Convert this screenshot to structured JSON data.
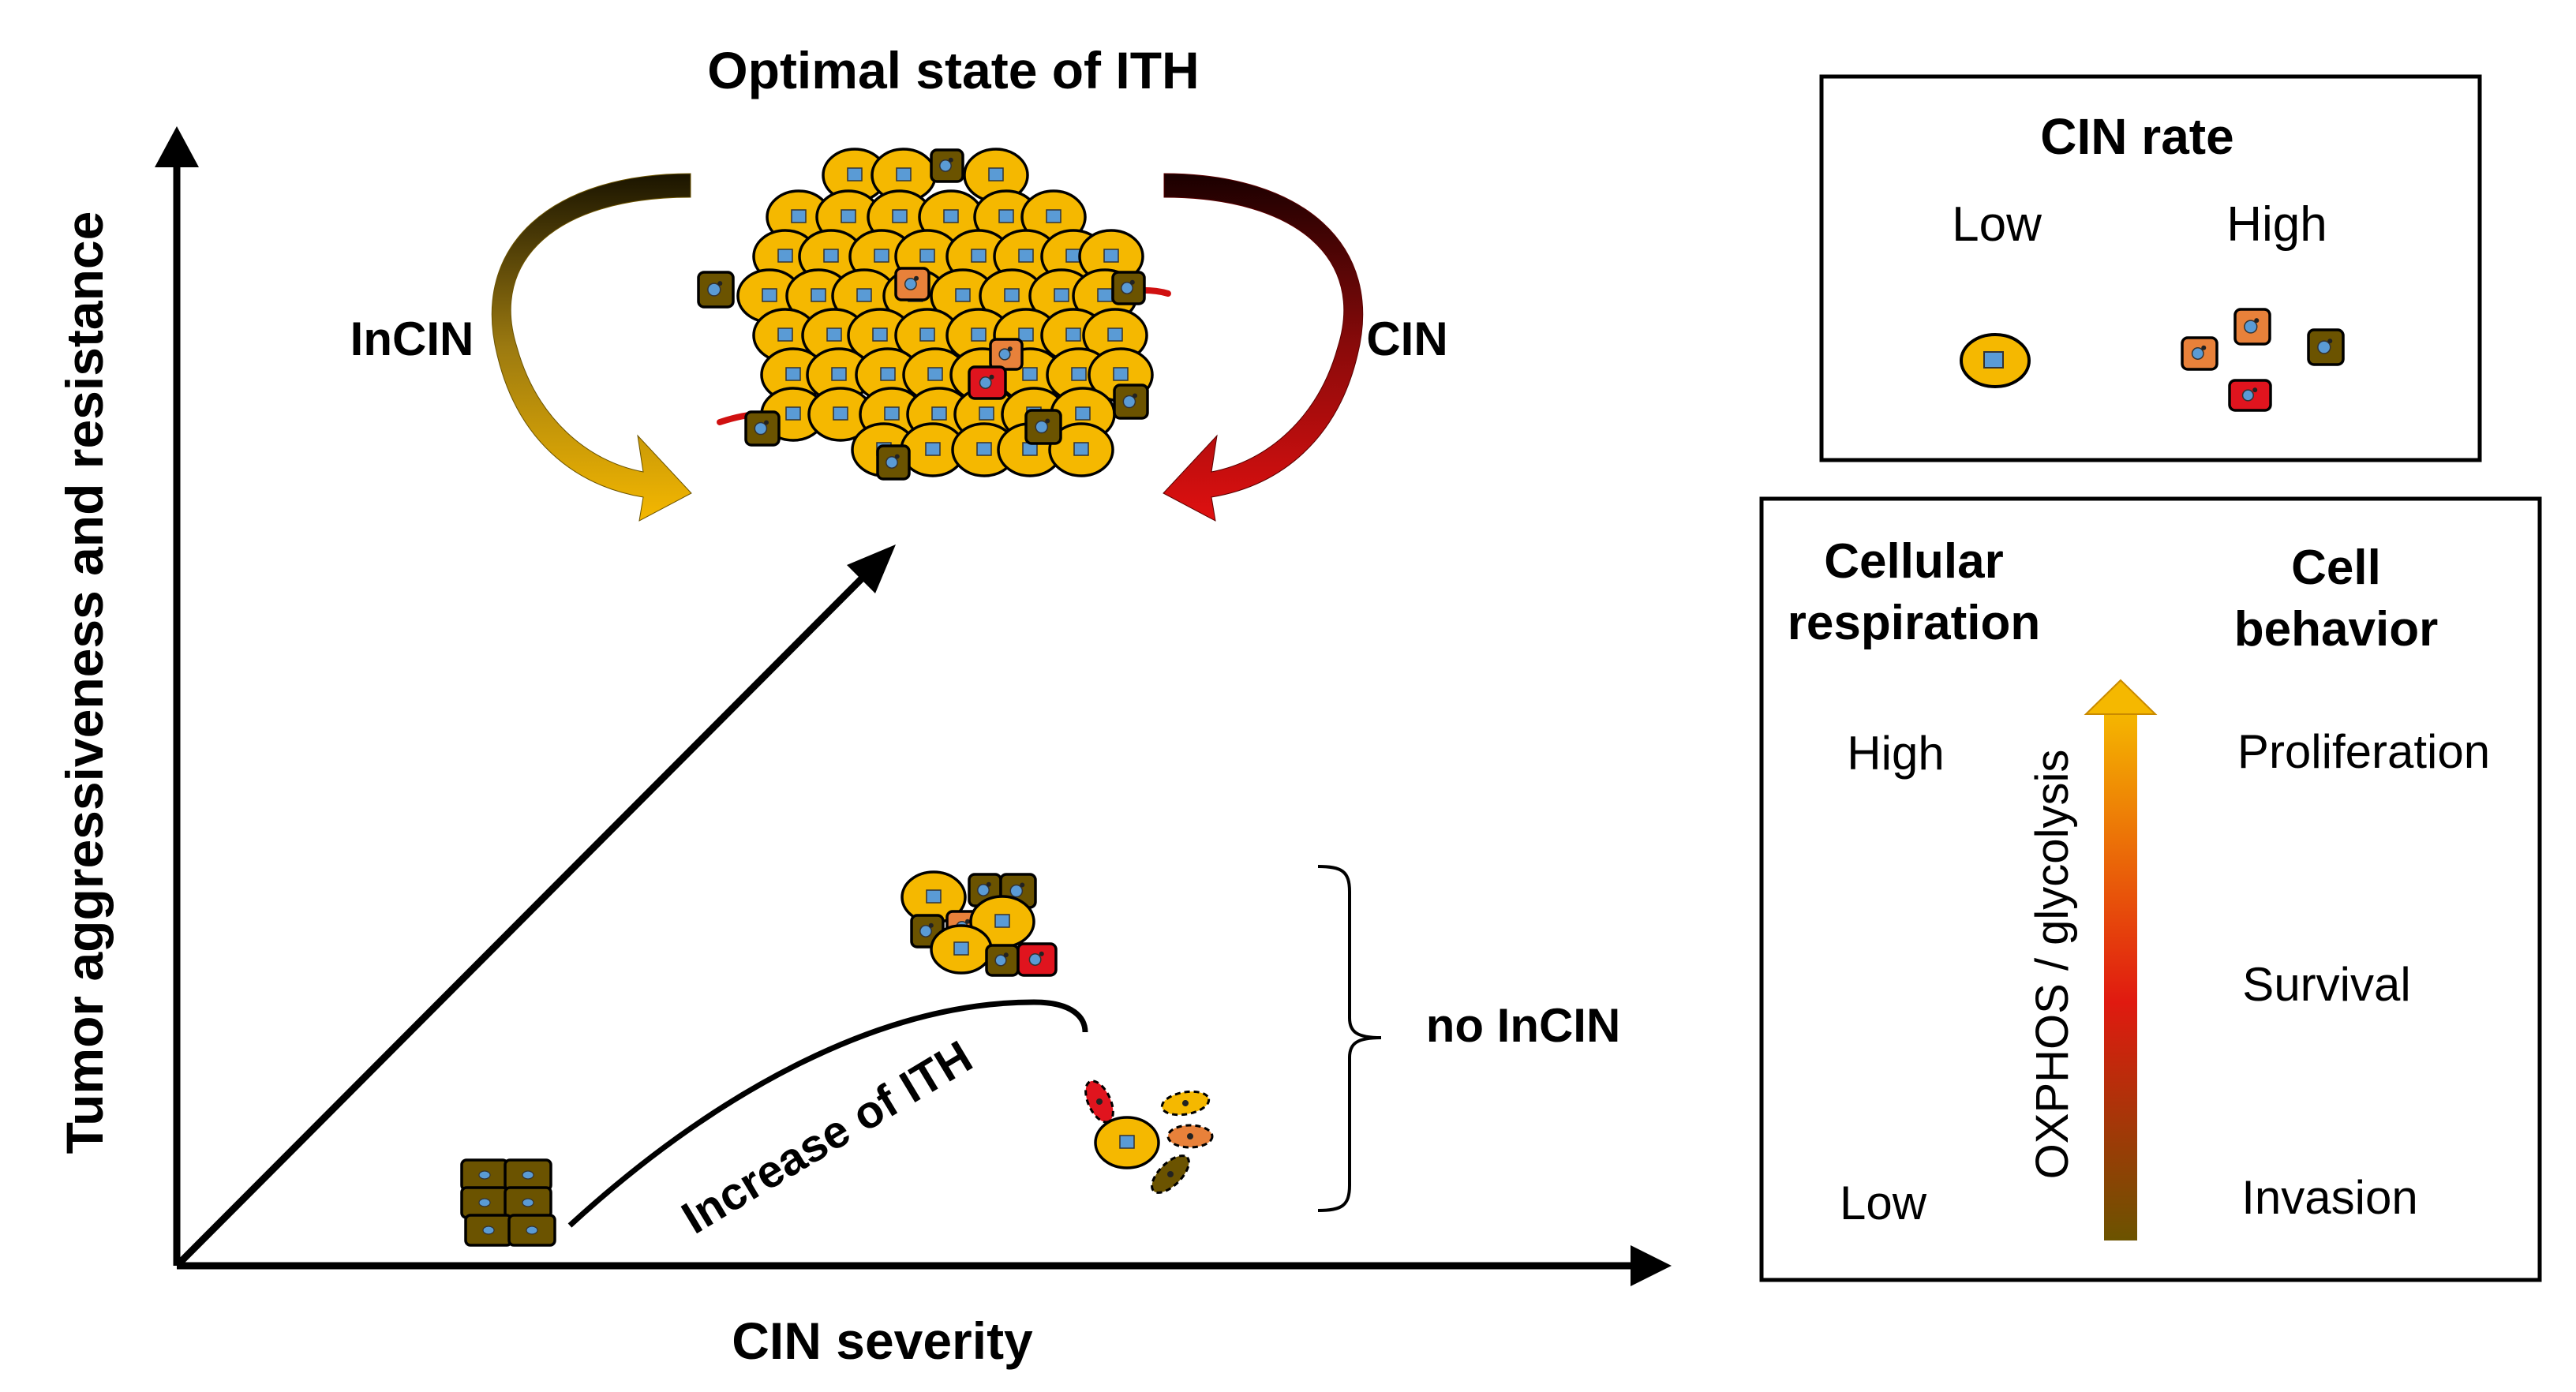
{
  "title": "Optimal state of ITH",
  "axes": {
    "y_label": "Tumor aggressiveness and resistance",
    "x_label": "CIN severity"
  },
  "cycle": {
    "left_label": "InCIN",
    "right_label": "CIN"
  },
  "curve": {
    "label": "Increase of ITH",
    "bracket_label": "no InCIN"
  },
  "cin_rate": {
    "title": "CIN rate",
    "low": "Low",
    "high": "High"
  },
  "respiration": {
    "left_title_1": "Cellular",
    "left_title_2": "respiration",
    "right_title_1": "Cell",
    "right_title_2": "behavior",
    "high": "High",
    "low": "Low",
    "gradient_label": "OXPHOS / glycolysis",
    "behaviors": [
      "Proliferation",
      "Survival",
      "Invasion"
    ]
  },
  "colors": {
    "cell_yellow": "#F5B800",
    "nucleus_blue": "#5A9BD5",
    "cell_brown": "#6B5300",
    "cell_orange": "#E8813A",
    "cell_red": "#E0141E",
    "spike_red": "#D01010"
  }
}
